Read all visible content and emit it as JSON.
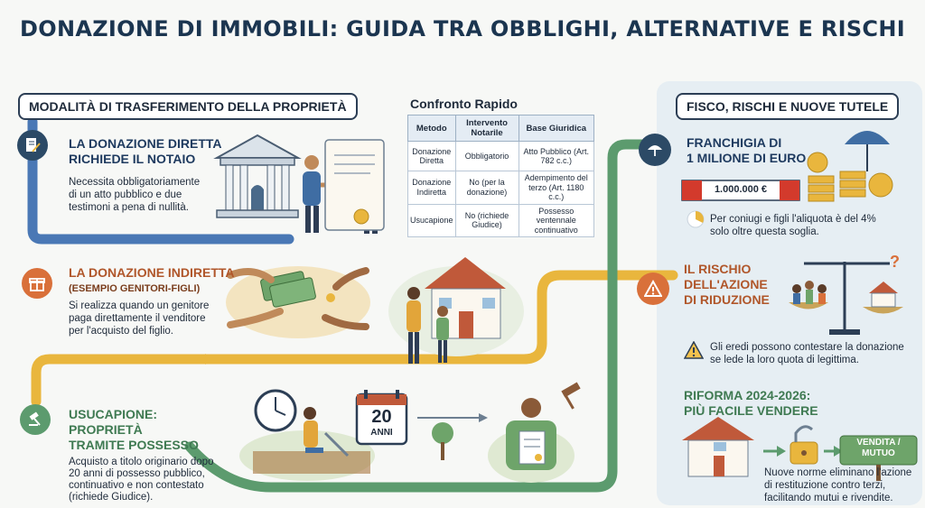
{
  "title": "DONAZIONE DI IMMOBILI: GUIDA TRA OBBLIGHI, ALTERNATIVE E RISCHI",
  "left_section": {
    "header": "MODALITÀ DI TRASFERIMENTO DELLA PROPRIETÀ",
    "items": [
      {
        "title_lines": [
          "LA DONAZIONE DIRETTA",
          "RICHIEDE IL NOTAIO"
        ],
        "text_lines": [
          "Necessita obbligatoriamente",
          "di un atto pubblico e due",
          "testimoni a pena di nullità."
        ]
      },
      {
        "title_lines": [
          "LA DONAZIONE INDIRETTA"
        ],
        "subtitle": "(ESEMPIO GENITORI-FIGLI)",
        "text_lines": [
          "Si realizza quando un genitore",
          "paga direttamente il venditore",
          "per l'acquisto del figlio."
        ]
      },
      {
        "title_lines": [
          "USUCAPIONE:",
          "PROPRIETÀ",
          "TRAMITE POSSESSO"
        ],
        "text_lines": [
          "Acquisto a titolo originario dopo",
          "20 anni di possesso pubblico,",
          "continuativo e non contestato",
          "(richiede Giudice)."
        ]
      }
    ],
    "calendar": {
      "number": "20",
      "label": "ANNI"
    }
  },
  "comparison": {
    "title": "Confronto Rapido",
    "headers": [
      "Metodo",
      "Intervento Notarile",
      "Base Giuridica"
    ],
    "rows": [
      [
        "Donazione Diretta",
        "Obbligatorio",
        "Atto Pubblico (Art. 782 c.c.)"
      ],
      [
        "Donazione Indiretta",
        "No (per la donazione)",
        "Adempimento del terzo (Art. 1180 c.c.)"
      ],
      [
        "Usucapione",
        "No (richiede Giudice)",
        "Possesso ventennale continuativo"
      ]
    ]
  },
  "right_section": {
    "header": "FISCO, RISCHI E NUOVE TUTELE",
    "items": [
      {
        "title_lines": [
          "FRANCHIGIA DI",
          "1 MILIONE DI EURO"
        ],
        "barrier_label": "1.000.000 €",
        "text_lines": [
          "Per coniugi e figli l'aliquota è del 4%",
          "solo oltre questa soglia."
        ]
      },
      {
        "title_lines": [
          "IL RISCHIO",
          "DELL'AZIONE",
          "DI RIDUZIONE"
        ],
        "text_lines": [
          "Gli eredi possono contestare la donazione",
          "se lede la loro quota di legittima."
        ]
      },
      {
        "title_lines": [
          "RIFORMA 2024-2026:",
          "PIÙ FACILE VENDERE"
        ],
        "sign_lines": [
          "VENDITA /",
          "MUTUO"
        ],
        "text_lines": [
          "Nuove norme eliminano l'azione",
          "di restituzione contro terzi,",
          "facilitando mutui e rivendite."
        ]
      }
    ]
  },
  "colors": {
    "blue_path": "#4a78b5",
    "yellow_path": "#e9b63d",
    "green_path": "#5c9b6e",
    "title": "#1b3550",
    "orange_icon": "#d9703a",
    "dark_icon": "#2c4a66"
  }
}
